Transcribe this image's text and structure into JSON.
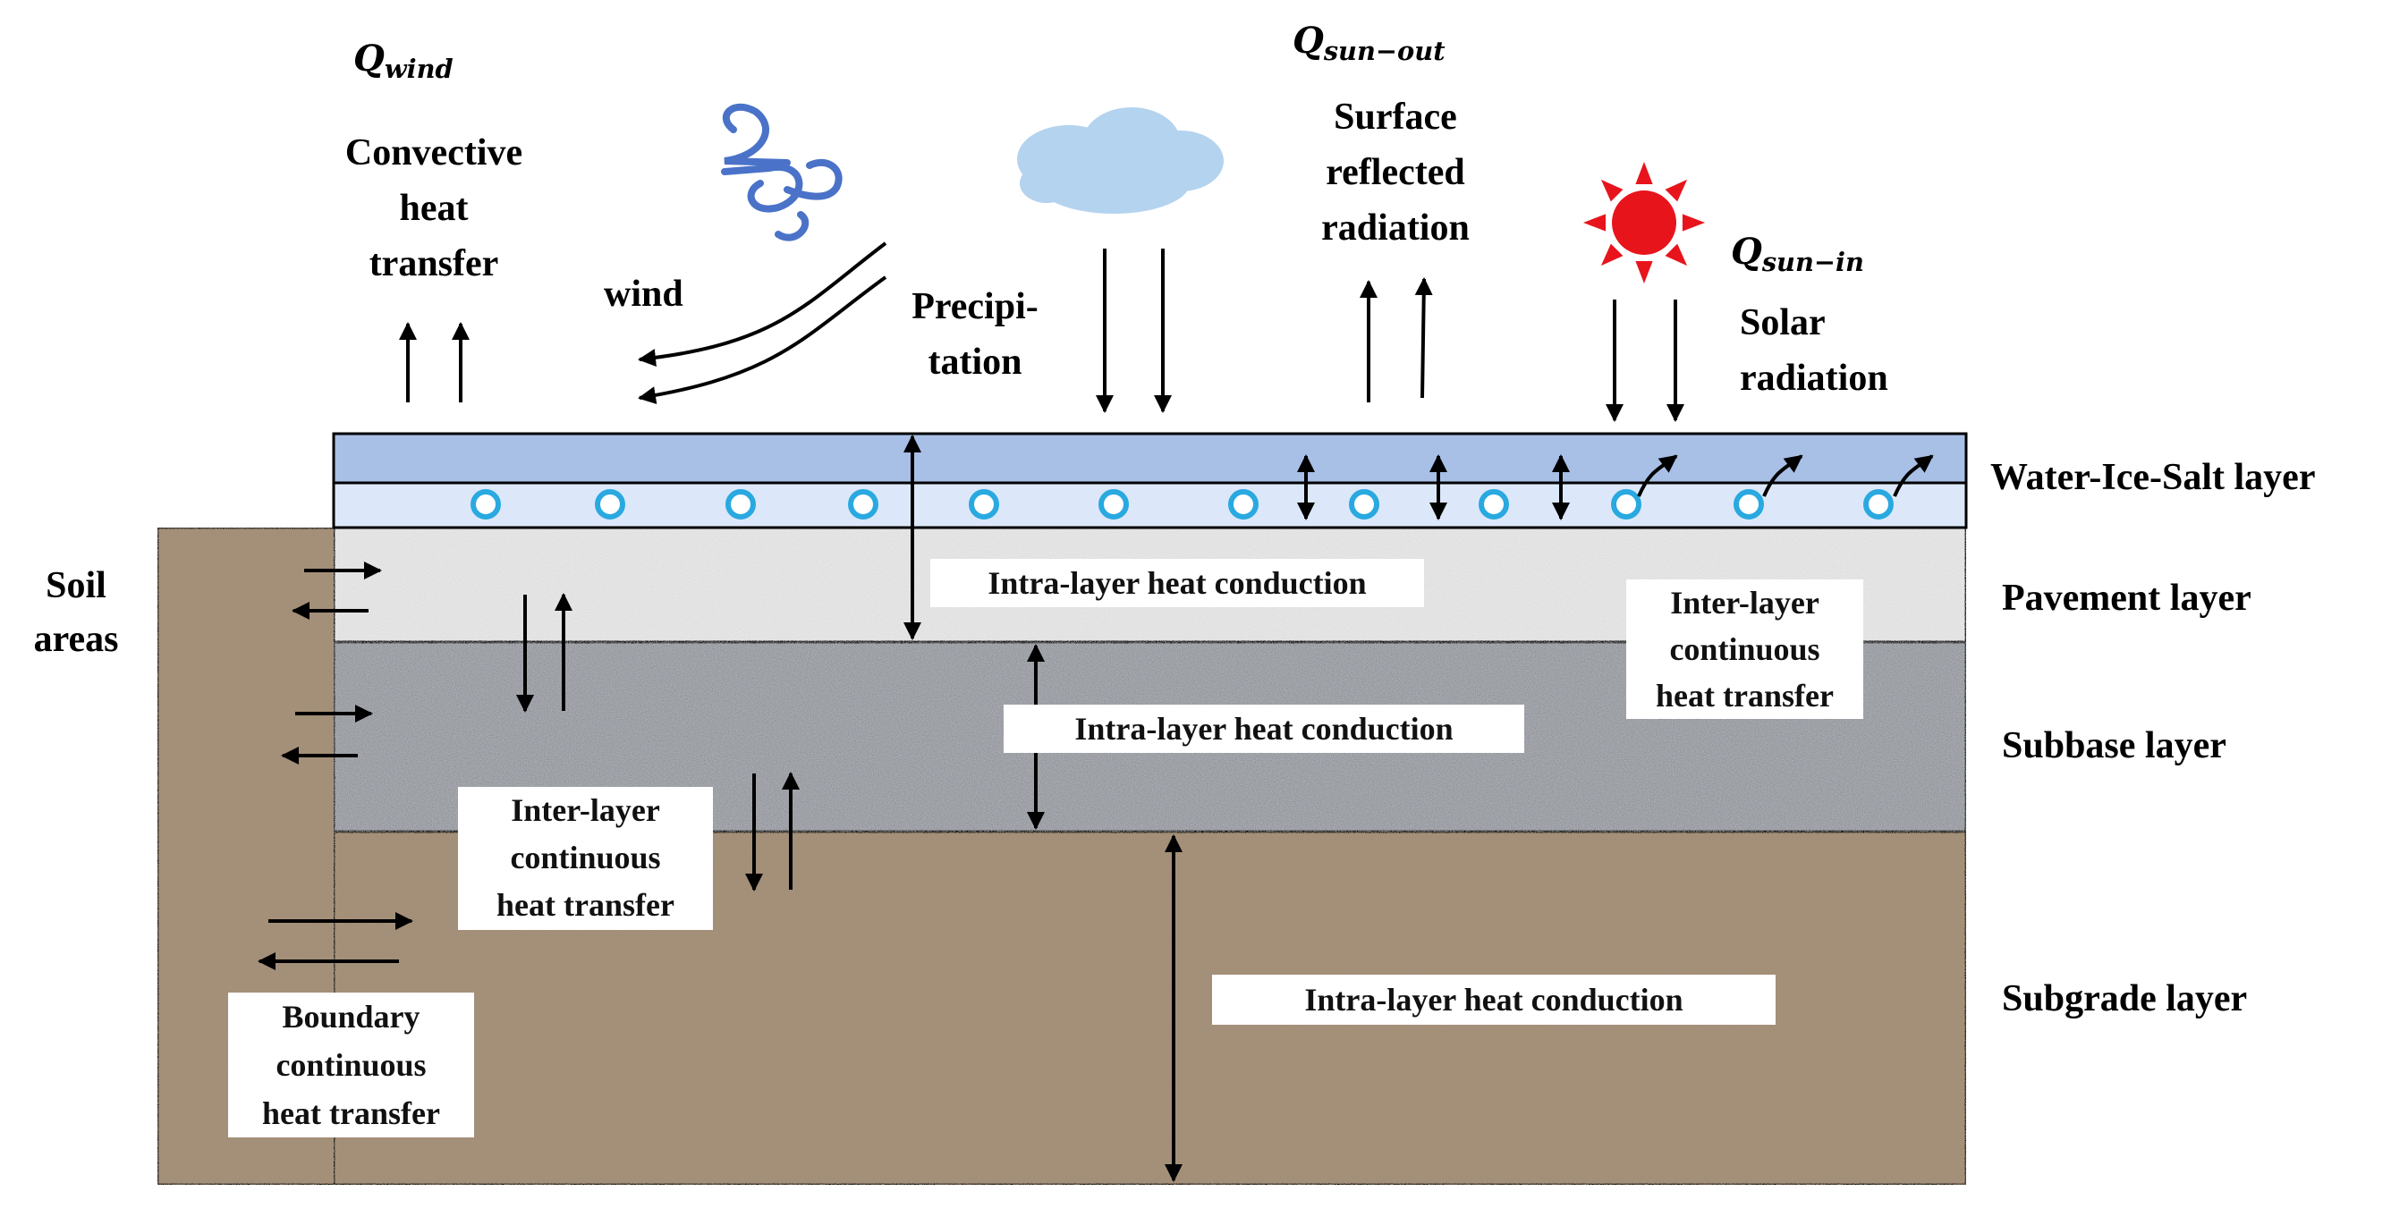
{
  "labels": {
    "q_wind_base": "Q",
    "q_wind_sub": "wind",
    "convective": [
      "Convective",
      "heat",
      "transfer"
    ],
    "wind": "wind",
    "precipitation": [
      "Precipi-",
      "tation"
    ],
    "q_sun_out_base": "Q",
    "q_sun_out_sub": "sun−out",
    "surface_reflected": [
      "Surface",
      "reflected",
      "radiation"
    ],
    "q_sun_in_base": "Q",
    "q_sun_in_sub": "sun−in",
    "solar": [
      "Solar",
      "radiation"
    ],
    "soil_areas": [
      "Soil",
      "areas"
    ]
  },
  "layers": {
    "water_ice_salt": "Water-Ice-Salt layer",
    "pavement": "Pavement layer",
    "subbase": "Subbase layer",
    "subgrade": "Subgrade layer"
  },
  "boxes": {
    "intra_pavement": "Intra-layer heat conduction",
    "intra_subbase": "Intra-layer heat conduction",
    "intra_subgrade": "Intra-layer heat conduction",
    "inter_right": [
      "Inter-layer",
      "continuous",
      "heat transfer"
    ],
    "inter_left": [
      "Inter-layer",
      "continuous",
      "heat transfer"
    ],
    "boundary": [
      "Boundary",
      "continuous",
      "heat transfer"
    ]
  },
  "colors": {
    "water_dark": "#a8bfe6",
    "water_light": "#dce8fa",
    "bubble": "#29a9e0",
    "pavement": "#e6e6e6",
    "subbase": "#a9acb2",
    "subgrade": "#a58f78",
    "cloud": "#b4d3ef",
    "sun": "#e8141c",
    "wind_icon": "#4a72c8"
  }
}
